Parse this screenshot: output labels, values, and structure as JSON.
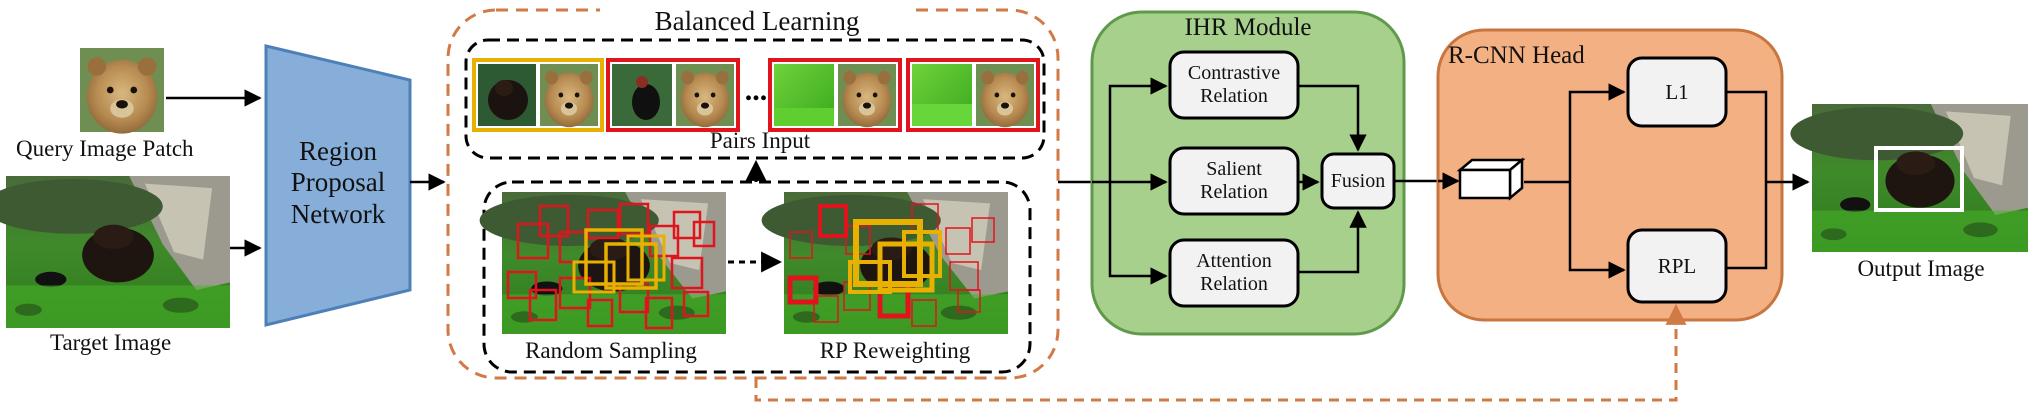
{
  "inputs": {
    "query_label": "Query Image Patch",
    "target_label": "Target Image"
  },
  "rpn": {
    "line1": "Region",
    "line2": "Proposal",
    "line3": "Network"
  },
  "balanced": {
    "title": "Balanced Learning",
    "pairs_label": "Pairs Input",
    "ellipsis": "...",
    "random_label": "Random Sampling",
    "reweight_label": "RP Reweighting"
  },
  "ihr": {
    "title": "IHR Module",
    "contrastive_l1": "Contrastive",
    "contrastive_l2": "Relation",
    "salient_l1": "Salient",
    "salient_l2": "Relation",
    "attention_l1": "Attention",
    "attention_l2": "Relation",
    "fusion": "Fusion"
  },
  "head": {
    "title": "R-CNN Head",
    "l1": "L1",
    "rpl": "RPL"
  },
  "output": {
    "label": "Output Image"
  },
  "colors": {
    "rpn_fill": "#86aed9",
    "rpn_stroke": "#4d7fb8",
    "ihr_fill": "#a8d08d",
    "ihr_stroke": "#5f9a4b",
    "head_fill": "#f3b083",
    "head_stroke": "#c8763e",
    "dashed_orange": "#d27a45",
    "proposal_red": "#e0141c",
    "proposal_yellow": "#e8b000",
    "node_fill": "#f2f2f2"
  }
}
